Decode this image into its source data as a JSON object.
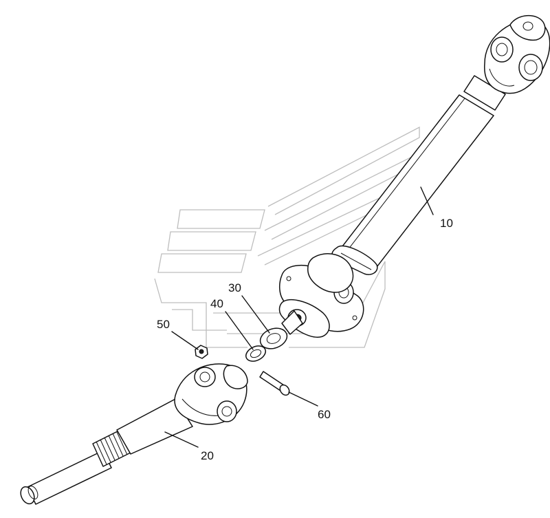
{
  "callouts": [
    {
      "id": "10",
      "label": "10"
    },
    {
      "id": "20",
      "label": "20"
    },
    {
      "id": "30",
      "label": "30"
    },
    {
      "id": "40",
      "label": "40"
    },
    {
      "id": "50",
      "label": "50"
    },
    {
      "id": "60",
      "label": "60"
    }
  ],
  "colors": {
    "line": "#111111",
    "watermark": "#bdbdbd",
    "background": "#ffffff"
  }
}
